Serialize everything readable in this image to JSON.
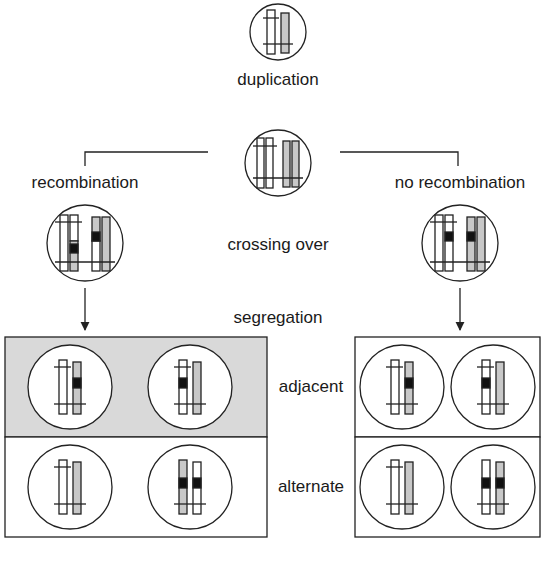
{
  "diagram": {
    "labels": [
      "duplication",
      "recombination",
      "crossing over",
      "no recombination",
      "segregation",
      "adjacent",
      "alternate"
    ]
  }
}
